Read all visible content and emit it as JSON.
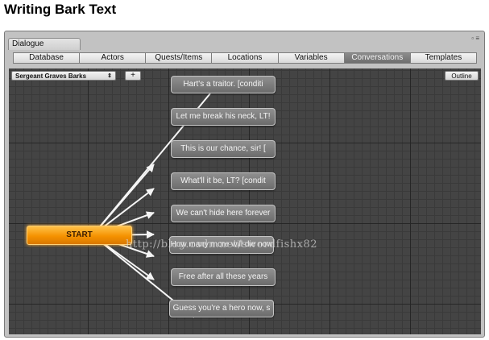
{
  "page": {
    "title": "Writing Bark Text"
  },
  "window": {
    "tab_label": "Dialogue",
    "controls": "▫ ≡"
  },
  "tabs": [
    {
      "label": "Database",
      "active": false
    },
    {
      "label": "Actors",
      "active": false
    },
    {
      "label": "Quests/Items",
      "active": false
    },
    {
      "label": "Locations",
      "active": false
    },
    {
      "label": "Variables",
      "active": false
    },
    {
      "label": "Conversations",
      "active": true
    },
    {
      "label": "Templates",
      "active": false
    }
  ],
  "toolbar": {
    "conversation_select": "Sergeant Graves Barks",
    "dropdown_arrow": "⇕",
    "add_label": "+",
    "outline_label": "Outline"
  },
  "graph": {
    "start_label": "START",
    "nodes": [
      "Hart's a traitor. [conditi",
      "Let me break his neck, LT!",
      "This is our chance, sir! [",
      "What'll it be, LT? [condit",
      "We can't hide here forever",
      "How many more will die now",
      "Free after all these years",
      "Guess you're a hero now, s"
    ],
    "link_color": "#f5f5f5",
    "start_color": "#f59200"
  },
  "watermark": "http://blog.csdn.net/swordfishx82"
}
